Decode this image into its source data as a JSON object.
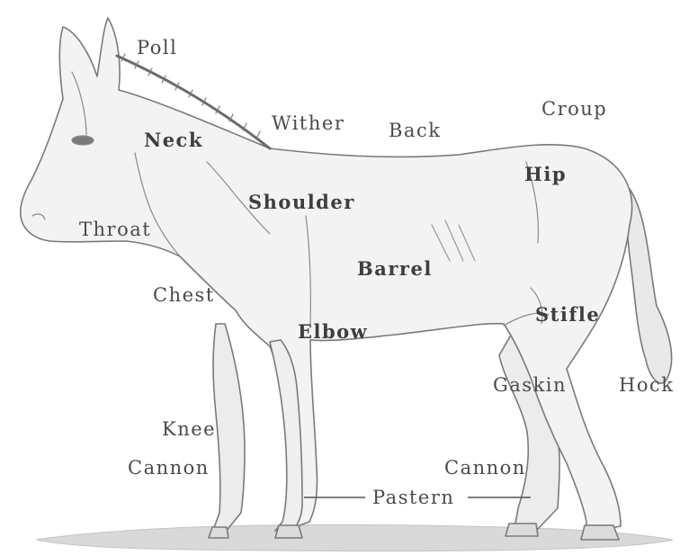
{
  "figure": {
    "subject": "donkey",
    "labels": {
      "poll": "Poll",
      "neck": "Neck",
      "wither": "Wither",
      "back": "Back",
      "croup": "Croup",
      "hip": "Hip",
      "shoulder": "Shoulder",
      "throat": "Throat",
      "barrel": "Barrel",
      "chest": "Chest",
      "stifle": "Stifle",
      "elbow": "Elbow",
      "gaskin": "Gaskin",
      "hock": "Hock",
      "knee": "Knee",
      "cannon_front": "Cannon",
      "cannon_rear": "Cannon",
      "pastern": "Pastern"
    }
  }
}
